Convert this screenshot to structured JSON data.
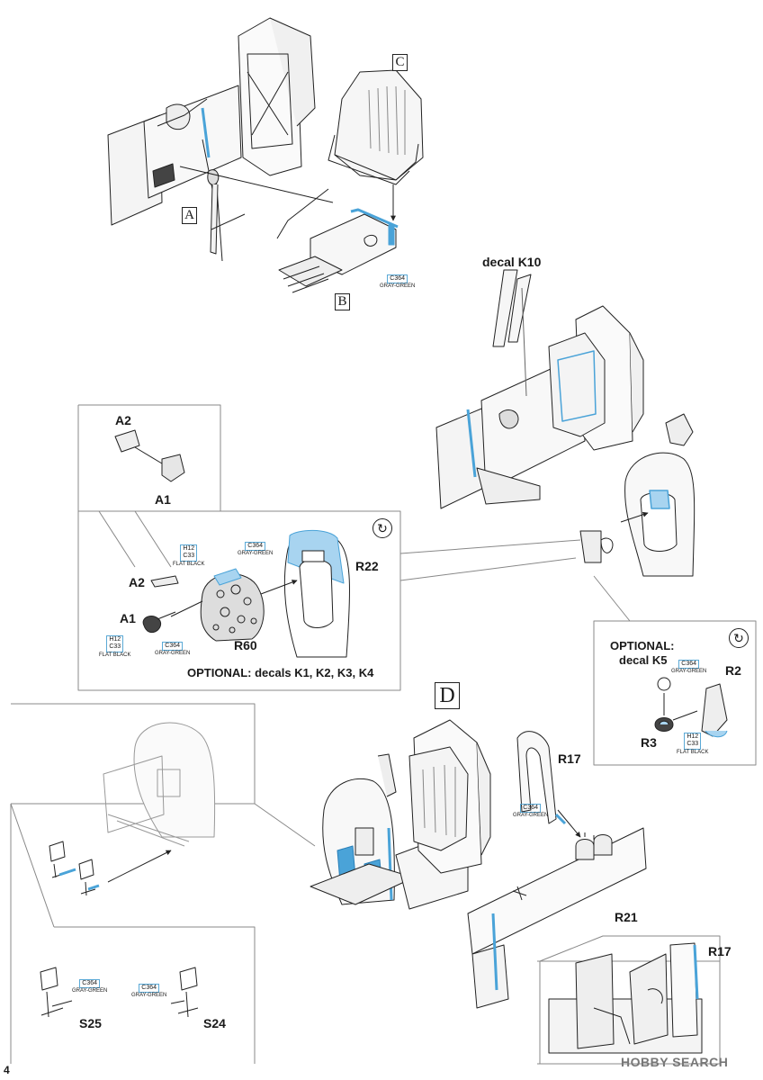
{
  "page_number": "4",
  "watermark": "HOBBY SEARCH",
  "step_label": "D",
  "alt_symbol": "↻",
  "assembly_labels": {
    "A": "A",
    "B": "B",
    "C": "C"
  },
  "parts": {
    "a2_top": "A2",
    "a1_top": "A1",
    "a2_opt": "A2",
    "a1_opt": "A1",
    "r60": "R60",
    "r22": "R22",
    "r2": "R2",
    "r3": "R3",
    "r17": "R17",
    "r17_inset": "R17",
    "r21": "R21",
    "s25": "S25",
    "s24": "S24"
  },
  "decals": {
    "k10": "decal K10",
    "opt_k1_k4": "OPTIONAL: decals K1, K2, K3, K4",
    "opt_k5_line1": "OPTIONAL:",
    "opt_k5_line2": "decal K5"
  },
  "paint": {
    "gray_green_code": "C364",
    "gray_green_name": "GRAY-GREEN",
    "flat_black_h": "H12",
    "flat_black_c": "C33",
    "flat_black_name": "FLAT BLACK"
  },
  "colors": {
    "highlight_blue": "#a8d4f0",
    "part_blue": "#4aa3d8",
    "line": "#222222",
    "light_gray": "#e8e8e8"
  }
}
